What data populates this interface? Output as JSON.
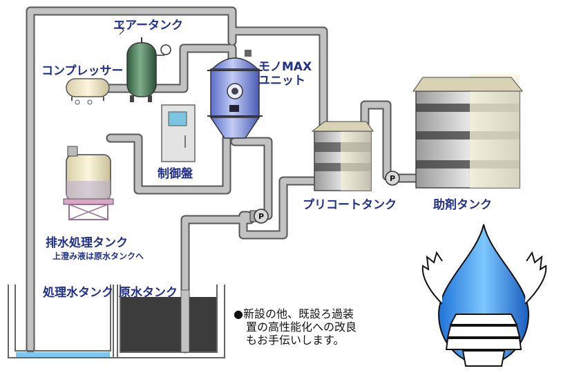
{
  "labels": {
    "air_tank": "エアータンク",
    "compressor": "コンプレッサー",
    "mono_max_1": "モノMAX",
    "mono_max_2": "ユニット",
    "control_panel": "制御盤",
    "drain_tank": "排水処理タンク",
    "drain_note": "上澄み液は原水タンクへ",
    "precoat_tank": "プリコートタンク",
    "aid_tank": "助剤タンク",
    "treated_tank": "処理水タンク",
    "raw_tank": "原水タンク",
    "pump": "P"
  },
  "note": {
    "bullet": "●",
    "line1": "新設の他、既設ろ過装",
    "line2": "置の高性能化への改良",
    "line3": "もお手伝いします。"
  },
  "colors": {
    "label_text": "#1f2f8f",
    "pipe": "#a8a8a8",
    "vessel_blue": "#8a9be8",
    "air_tank_green": "#4f7d5f",
    "raw_water": "#3c3c3c",
    "treated_water": "#7fc6ee",
    "mascot_blue": "#2f8fe8"
  }
}
